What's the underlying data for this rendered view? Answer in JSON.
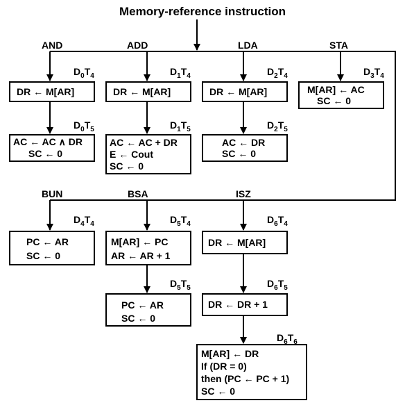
{
  "title": "Memory-reference instruction",
  "branches": {
    "and": "AND",
    "add": "ADD",
    "lda": "LDA",
    "sta": "STA",
    "bun": "BUN",
    "bsa": "BSA",
    "isz": "ISZ"
  },
  "timing": {
    "d0t4": {
      "d": "D",
      "ds": "0",
      "t": "T",
      "ts": "4"
    },
    "d1t4": {
      "d": "D",
      "ds": "1",
      "t": "T",
      "ts": "4"
    },
    "d2t4": {
      "d": "D",
      "ds": "2",
      "t": "T",
      "ts": "4"
    },
    "d3t4": {
      "d": "D",
      "ds": "3",
      "t": "T",
      "ts": "4"
    },
    "d0t5": {
      "d": "D",
      "ds": "0",
      "t": "T",
      "ts": "5"
    },
    "d1t5": {
      "d": "D",
      "ds": "1",
      "t": "T",
      "ts": "5"
    },
    "d2t5": {
      "d": "D",
      "ds": "2",
      "t": "T",
      "ts": "5"
    },
    "d4t4": {
      "d": "D",
      "ds": "4",
      "t": "T",
      "ts": "4"
    },
    "d5t4": {
      "d": "D",
      "ds": "5",
      "t": "T",
      "ts": "4"
    },
    "d6t4": {
      "d": "D",
      "ds": "6",
      "t": "T",
      "ts": "4"
    },
    "d5t5": {
      "d": "D",
      "ds": "5",
      "t": "T",
      "ts": "5"
    },
    "d6t5": {
      "d": "D",
      "ds": "6",
      "t": "T",
      "ts": "5"
    },
    "d6t6": {
      "d": "D",
      "ds": "6",
      "t": "T",
      "ts": "6"
    }
  },
  "boxes": {
    "and_fetch": [
      "DR ← M[AR]"
    ],
    "add_fetch": [
      "DR ← M[AR]"
    ],
    "lda_fetch": [
      "DR ← M[AR]"
    ],
    "sta_exec": [
      "M[AR] ← AC",
      "SC ← 0"
    ],
    "and_exec": [
      "AC ← AC ∧ DR",
      "SC ← 0"
    ],
    "add_exec": [
      "AC ← AC + DR",
      "E ← Cout",
      "SC ← 0"
    ],
    "lda_exec": [
      "AC ← DR",
      "SC ← 0"
    ],
    "bun_exec": [
      "PC ← AR",
      "SC ← 0"
    ],
    "bsa_store": [
      "M[AR] ← PC",
      "AR ← AR + 1"
    ],
    "isz_fetch": [
      "DR ← M[AR]"
    ],
    "bsa_jump": [
      "PC ← AR",
      "SC ← 0"
    ],
    "isz_inc": [
      "DR ← DR + 1"
    ],
    "isz_store": [
      "M[AR] ← DR",
      "If (DR = 0)",
      "then (PC ← PC + 1)",
      "SC ← 0"
    ]
  }
}
